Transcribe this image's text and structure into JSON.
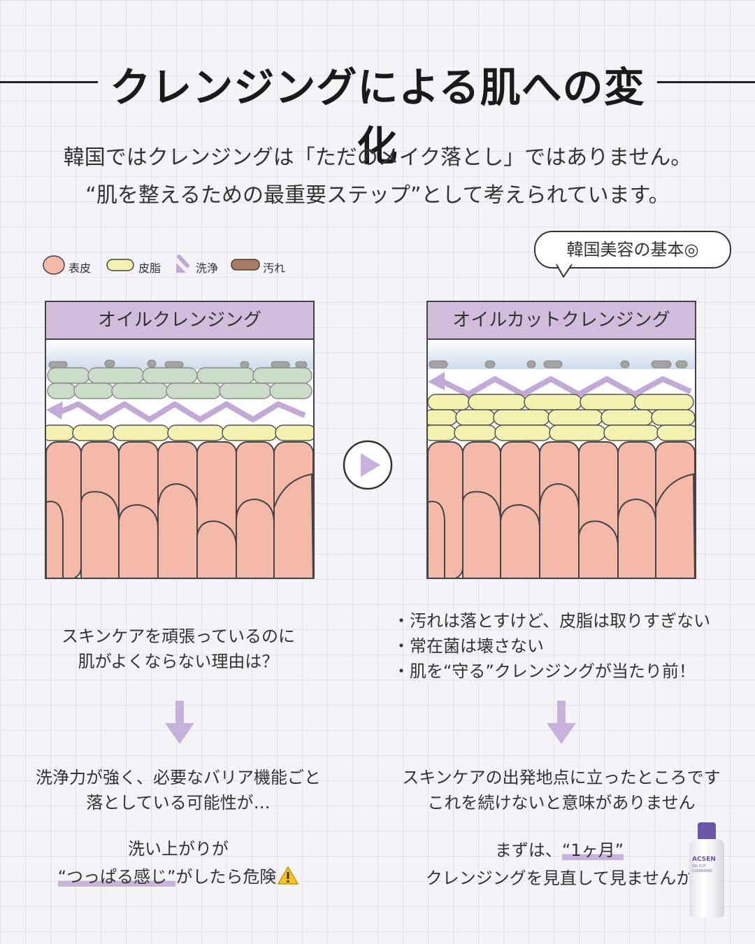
{
  "title": "クレンジングによる肌への変化",
  "intro": {
    "line1": "韓国ではクレンジングは「ただのメイク落とし」ではありません。",
    "line2": "“肌を整えるための最重要ステップ”として考えられています。"
  },
  "badge": "韓国美容の基本◎",
  "legend": [
    "表皮",
    "皮脂",
    "洗浄",
    "汚れ"
  ],
  "colors": {
    "epidermis": "#f5b9aa",
    "sebum": "#f4f2b0",
    "cleanse_arrow": "#c2a9d8",
    "dirt": "#a77b62",
    "panel_header": "#d2bedc"
  },
  "left_panel": {
    "title": "オイルクレンジング",
    "caption1": "スキンケアを頑張っているのに",
    "caption2": "肌がよくならない理由は？",
    "result1": "洗浄力が強く、必要なバリア機能ごと",
    "result2": "落としている可能性が…",
    "note1": "洗い上がりが",
    "note2_highlight": "“つっぱる感じ”",
    "note2_rest": "がしたら危険",
    "warning_icon": "warning-icon"
  },
  "right_panel": {
    "title": "オイルカットクレンジング",
    "bullets": [
      "・汚れは落とすけど、皮脂は取りすぎない",
      "・常在菌は壊さない",
      "・肌を“守る”クレンジングが当たり前！"
    ],
    "result1": "スキンケアの出発地点に立ったところです",
    "result2": "これを続けないと意味がありません",
    "note1_pre": "まずは、",
    "note1_highlight": "“1ヶ月”",
    "note2": "クレンジングを見直して見ませんか"
  },
  "product_label": {
    "brand": "ACSEN",
    "line1": "OIL CUT",
    "line2": "CLEANSING"
  }
}
